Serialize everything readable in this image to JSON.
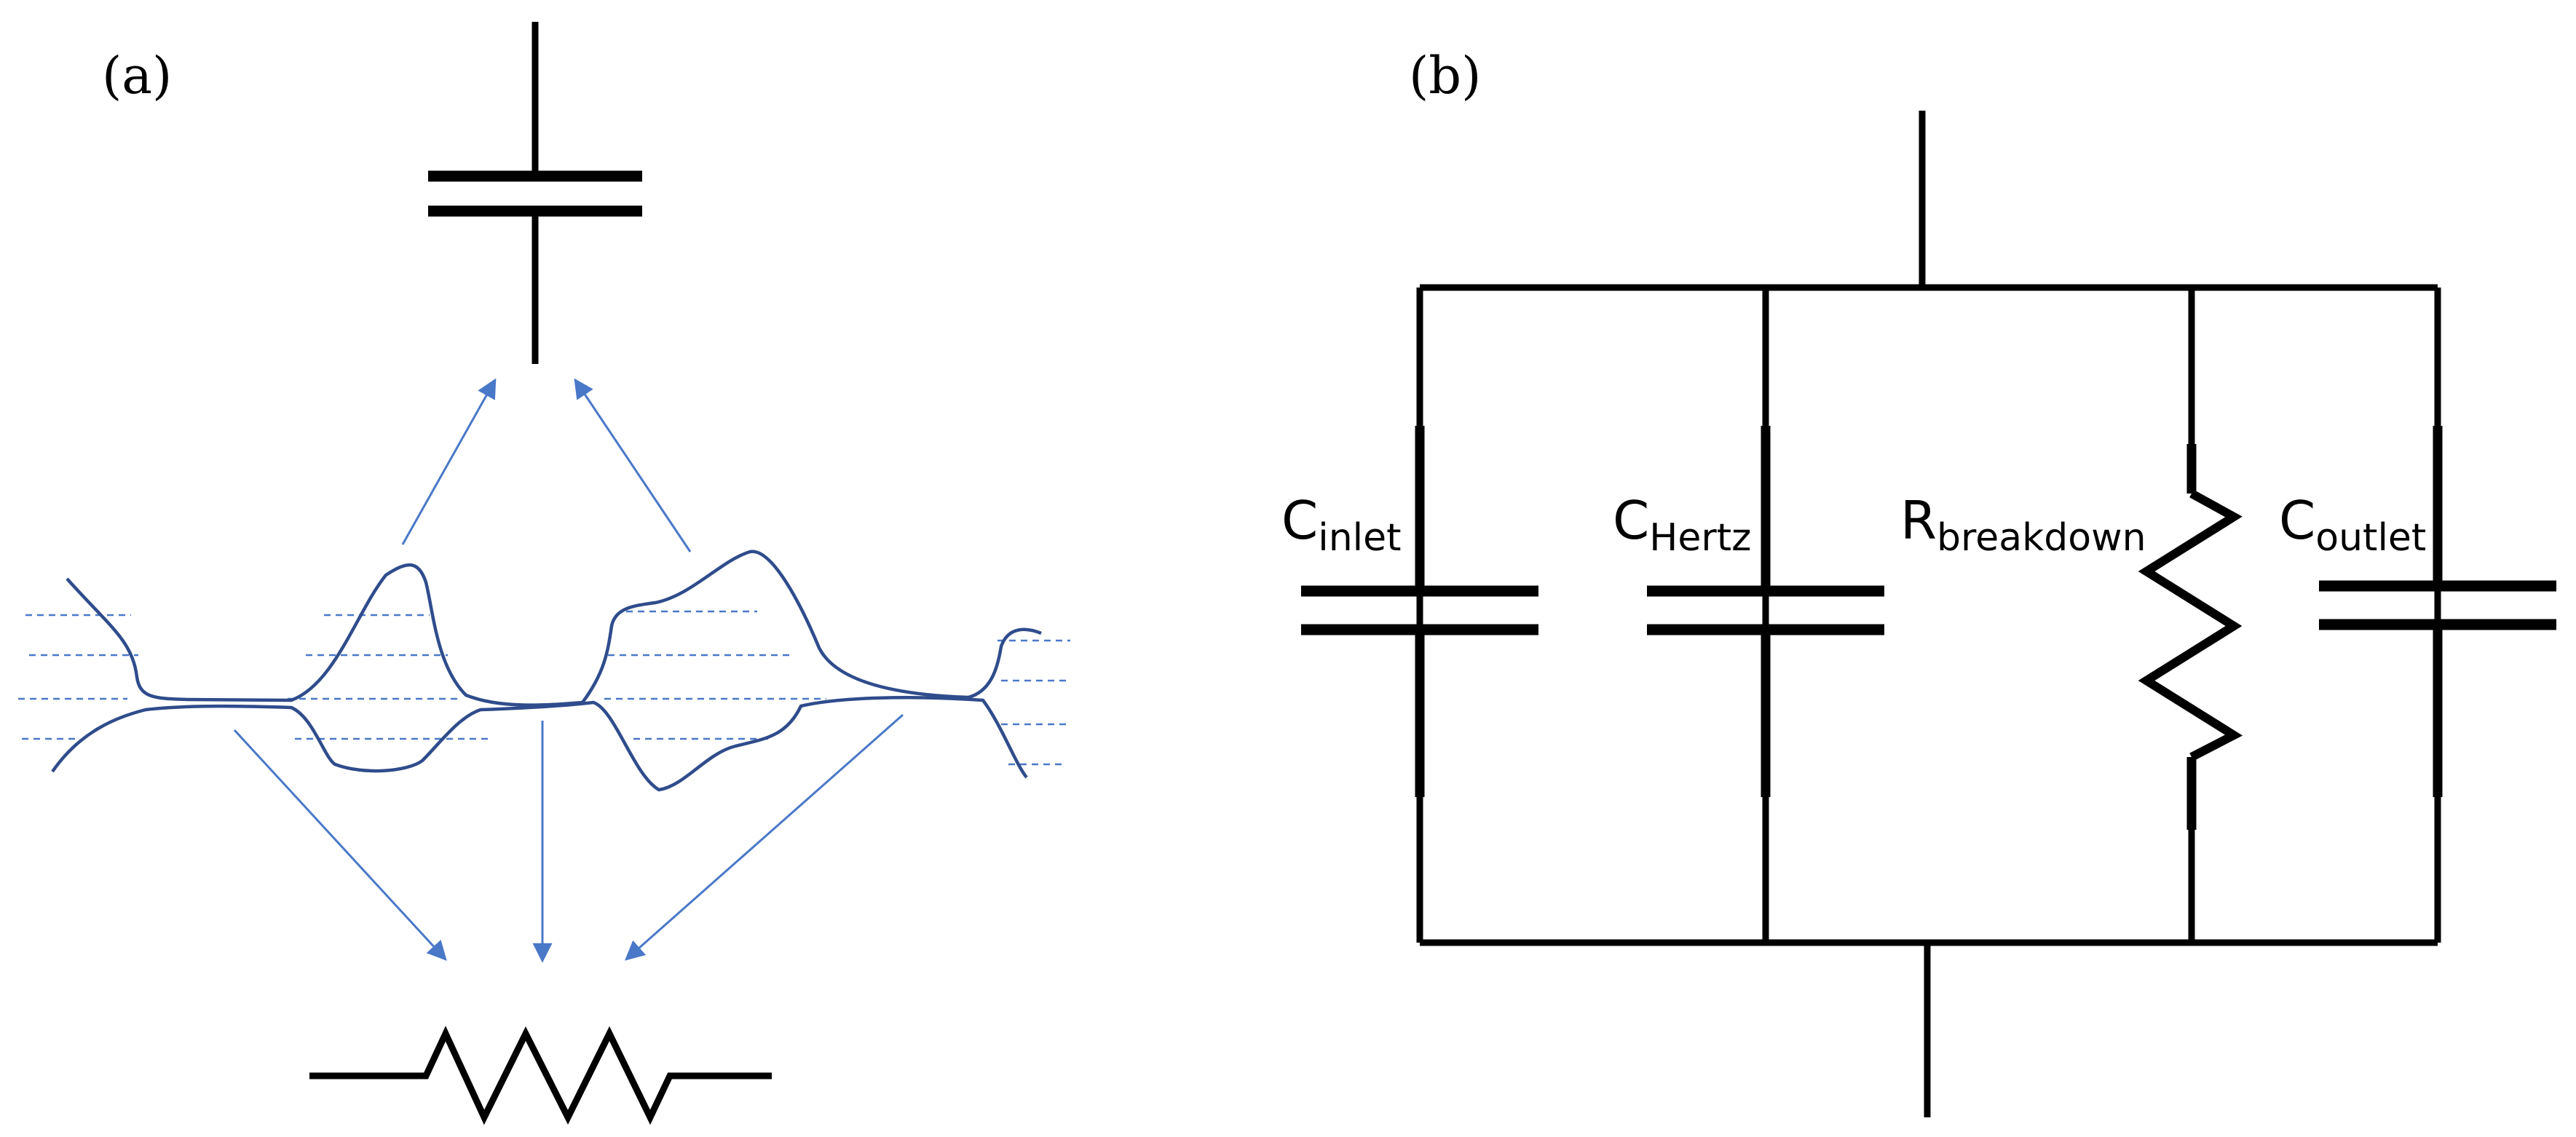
{
  "panel_a": {
    "label": "(a)"
  },
  "panel_b": {
    "label": "(b)",
    "components": [
      {
        "symbol": "C",
        "subscript": "inlet",
        "kind": "capacitor"
      },
      {
        "symbol": "C",
        "subscript": "Hertz",
        "kind": "capacitor"
      },
      {
        "symbol": "R",
        "subscript": "breakdown",
        "kind": "resistor"
      },
      {
        "symbol": "C",
        "subscript": "outlet",
        "kind": "capacitor"
      }
    ]
  },
  "colors": {
    "circuit": "#000000",
    "surface": "#2f4c8c",
    "arrow": "#4a78c8"
  }
}
